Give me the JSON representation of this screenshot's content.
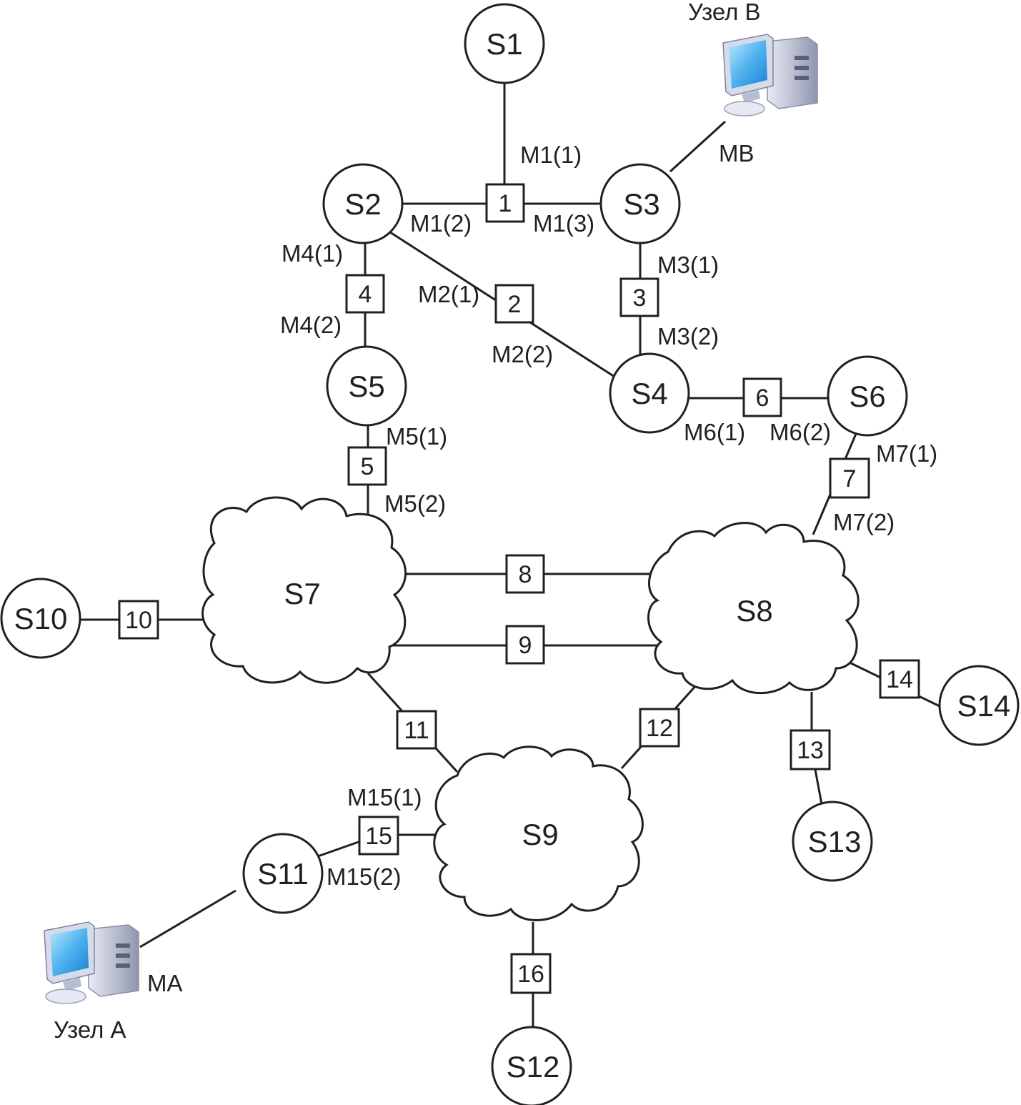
{
  "nodes": {
    "s1": "S1",
    "s2": "S2",
    "s3": "S3",
    "s4": "S4",
    "s5": "S5",
    "s6": "S6",
    "s7": "S7",
    "s8": "S8",
    "s9": "S9",
    "s10": "S10",
    "s11": "S11",
    "s12": "S12",
    "s13": "S13",
    "s14": "S14"
  },
  "links": {
    "l1": "1",
    "l2": "2",
    "l3": "3",
    "l4": "4",
    "l5": "5",
    "l6": "6",
    "l7": "7",
    "l8": "8",
    "l9": "9",
    "l10": "10",
    "l11": "11",
    "l12": "12",
    "l13": "13",
    "l14": "14",
    "l15": "15",
    "l16": "16"
  },
  "ports": {
    "m1_1": "M1(1)",
    "m1_2": "M1(2)",
    "m1_3": "M1(3)",
    "m2_1": "M2(1)",
    "m2_2": "M2(2)",
    "m3_1": "M3(1)",
    "m3_2": "M3(2)",
    "m4_1": "M4(1)",
    "m4_2": "M4(2)",
    "m5_1": "M5(1)",
    "m5_2": "M5(2)",
    "m6_1": "M6(1)",
    "m6_2": "M6(2)",
    "m7_1": "M7(1)",
    "m7_2": "M7(2)",
    "m15_1": "M15(1)",
    "m15_2": "M15(2)"
  },
  "hosts": {
    "a": {
      "name": "Узел A",
      "port": "MA",
      "icon": "computer-icon"
    },
    "b": {
      "name": "Узел B",
      "port": "MB",
      "icon": "computer-icon"
    }
  },
  "colors": {
    "ink": "#231f20",
    "monitor_screen": "#4fb3ee",
    "monitor_body": "#c9cfe0"
  }
}
